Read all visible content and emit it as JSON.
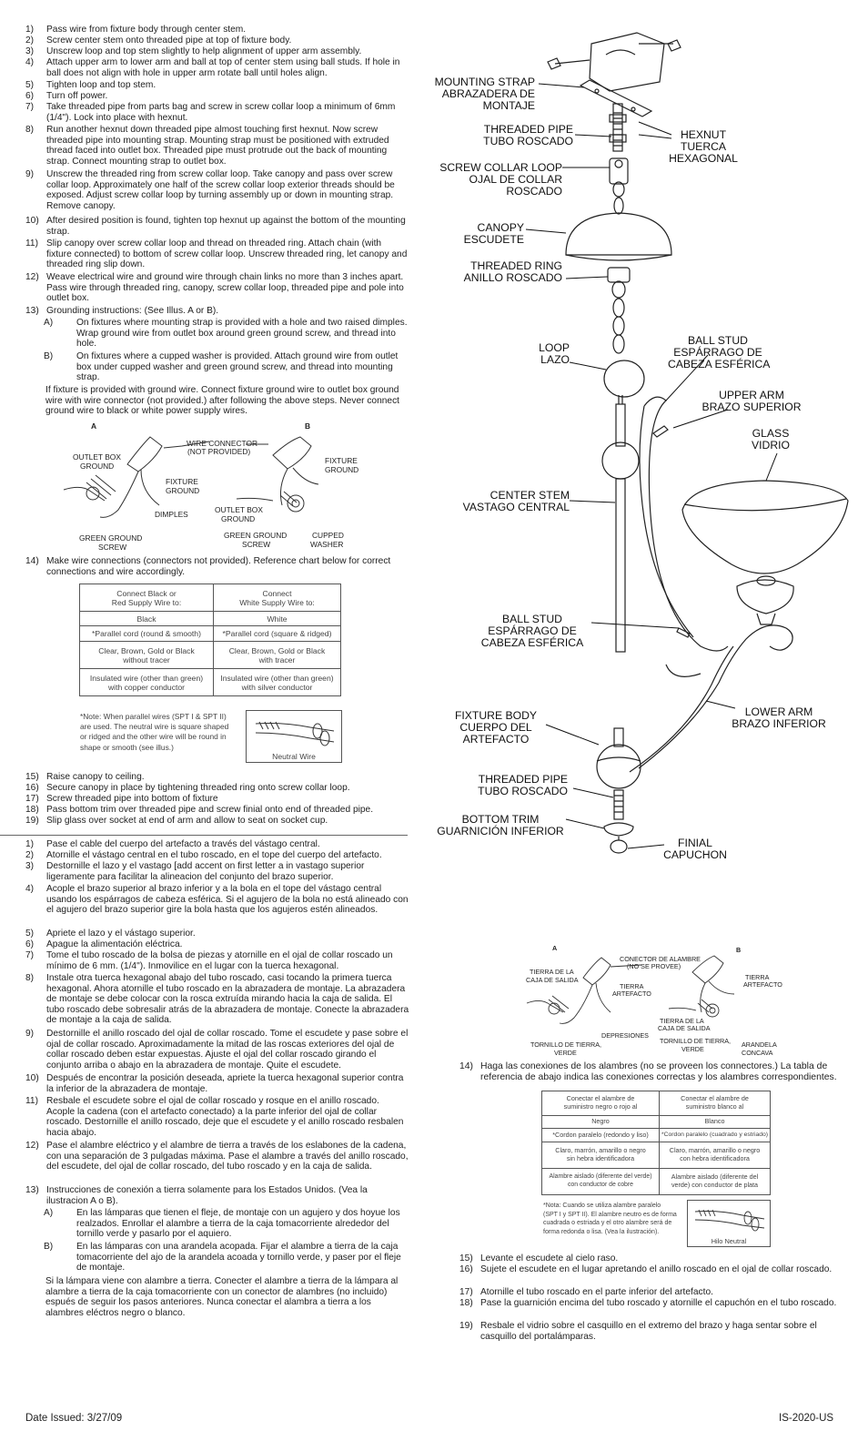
{
  "en": {
    "steps": [
      {
        "n": "1)",
        "t": "Pass wire from fixture body through center stem."
      },
      {
        "n": "2)",
        "t": "Screw center stem onto threaded pipe at top of fixture body."
      },
      {
        "n": "3)",
        "t": "Unscrew loop and top stem slightly to help alignment of upper arm assembly."
      },
      {
        "n": "4)",
        "t": "Attach upper arm to lower arm and ball at top of center stem using ball studs. If hole in ball does not align with hole in upper arm rotate ball until holes align."
      },
      {
        "n": "5)",
        "t": "Tighten loop and top stem."
      },
      {
        "n": "6)",
        "t": "Turn off power."
      },
      {
        "n": "7)",
        "t": "Take threaded pipe from parts bag and screw in screw collar loop a minimum of 6mm (1/4\"). Lock into place with hexnut."
      },
      {
        "n": "8)",
        "t": "Run another hexnut down threaded pipe almost touching first hexnut. Now screw threaded pipe into mounting strap. Mounting strap must be positioned with extruded thread faced into outlet box. Threaded pipe must protrude out the back of mounting strap. Connect mounting strap to outlet box."
      },
      {
        "n": "9)",
        "t": "Unscrew the threaded ring from screw collar loop. Take canopy and pass over screw collar loop. Approximately one half of the screw collar loop exterior threads should be exposed. Adjust screw collar loop by turning assembly up or down in mounting strap. Remove canopy."
      },
      {
        "n": "10)",
        "t": "After desired position is found, tighten top hexnut up against the bottom of the mounting strap."
      },
      {
        "n": "11)",
        "t": "Slip canopy over screw collar loop and thread on threaded ring. Attach chain (with fixture connected) to bottom of screw collar loop. Unscrew threaded ring, let canopy and threaded ring slip down."
      },
      {
        "n": "12)",
        "t": "Weave electrical wire and ground wire through chain links no more than 3 inches apart. Pass wire through threaded ring, canopy, screw collar loop, threaded pipe and pole into outlet box."
      },
      {
        "n": "13)",
        "t": "Grounding instructions: (See Illus. A or B)."
      }
    ],
    "sub_a": {
      "n": "A)",
      "t": "On fixtures where mounting strap is provided with a hole and two raised dimples. Wrap ground wire from outlet box around green ground screw, and thread into hole."
    },
    "sub_b": {
      "n": "B)",
      "t": "On fixtures where a cupped washer is provided. Attach ground wire from outlet box under cupped washer and green ground screw, and thread into mounting strap."
    },
    "ground_note": "If fixture is provided with ground wire. Connect fixture ground wire to outlet box ground wire with wire connector (not provided.) after following the above steps. Never connect ground wire to black or white power supply wires.",
    "illus": {
      "a": "A",
      "b": "B",
      "wire_connector": "WIRE CONNECTOR",
      "not_provided": "(NOT PROVIDED)",
      "outlet_box_ground_1": "OUTLET BOX",
      "outlet_box_ground_2": "GROUND",
      "fixture_ground_1": "FIXTURE",
      "fixture_ground_2": "GROUND",
      "dimples": "DIMPLES",
      "green_ground_screw_1": "GREEN GROUND",
      "green_ground_screw_2": "SCREW",
      "cupped_washer_1": "CUPPED",
      "cupped_washer_2": "WASHER"
    },
    "step14": {
      "n": "14)",
      "t": "Make wire connections (connectors not provided). Reference chart below for  correct connections and wire accordingly."
    },
    "table": {
      "h1": "Connect Black or",
      "h1b": "Red Supply Wire to:",
      "h2": "Connect",
      "h2b": "White Supply Wire to:",
      "r1a": "Black",
      "r1b": "White",
      "r2a": "*Parallel cord (round & smooth)",
      "r2b": "*Parallel cord (square & ridged)",
      "r3a": "Clear, Brown, Gold or Black",
      "r3a2": "without tracer",
      "r3b": "Clear, Brown, Gold or Black",
      "r3b2": "with tracer",
      "r4a": "Insulated wire (other than green)",
      "r4a2": "with copper conductor",
      "r4b": "Insulated wire (other than green)",
      "r4b2": "with silver conductor"
    },
    "note": [
      "*Note: When parallel wires (SPT I & SPT II)",
      "are used. The neutral wire is square shaped",
      "or ridged and the other wire will be round in",
      "shape or smooth (see illus.)"
    ],
    "neutral_wire": "Neutral Wire",
    "final_steps": [
      {
        "n": "15)",
        "t": "Raise canopy to ceiling."
      },
      {
        "n": "16)",
        "t": "Secure canopy in place by tightening threaded ring onto screw collar loop."
      },
      {
        "n": "17)",
        "t": "Screw threaded pipe into bottom of fixture"
      },
      {
        "n": "18)",
        "t": "Pass bottom trim over threaded pipe and screw finial onto end of threaded pipe."
      },
      {
        "n": "19)",
        "t": "Slip glass over socket at end of arm and allow to seat on socket cup."
      }
    ]
  },
  "es": {
    "steps": [
      {
        "n": "1)",
        "t": "Pase el cable del cuerpo del artefacto a través del vástago central."
      },
      {
        "n": "2)",
        "t": "Atornille el vástago central en el tubo roscado, en el tope del cuerpo del artefacto."
      },
      {
        "n": "3)",
        "t": "Destornille el lazo y el vastago [add accent on first letter a in vastago superior ligeramente para facilitar la alineacion del conjunto del brazo superior."
      },
      {
        "n": "4)",
        "t": "Acople el brazo superior al brazo inferior y a la bola en el tope del vástago central usando los espárragos de cabeza esférica. Si el agujero de la bola no está alineado con el agujero del brazo superior gire la bola hasta que los agujeros estén alineados."
      },
      {
        "n": "5)",
        "t": "Apriete el lazo y el vástago superior."
      },
      {
        "n": "6)",
        "t": "Apague la alimentación eléctrica."
      },
      {
        "n": "7)",
        "t": "Tome el tubo roscado de la bolsa de piezas y atornille en el ojal de collar roscado un mínimo de 6 mm. (1/4\"). Inmovilice en el lugar con la tuerca hexagonal."
      },
      {
        "n": "8)",
        "t": "Instale otra tuerca hexagonal abajo del tubo roscado, casi tocando la primera tuerca hexagonal. Ahora atornille el tubo roscado en la abrazadera de montaje. La abrazadera de montaje se debe colocar con la rosca extruída mirando hacia la caja de salida. El tubo roscado debe sobresalir atrás de la abrazadera de montaje. Conecte la abrazadera de montaje a la caja de salida."
      },
      {
        "n": "9)",
        "t": "Destornille el anillo roscado del ojal de collar roscado. Tome el escudete y pase sobre el ojal de collar roscado. Aproximadamente la mitad de las roscas exteriores del ojal de collar roscado deben estar expuestas. Ajuste el ojal del collar roscado girando el conjunto arriba o abajo en la abrazadera de montaje. Quite el escudete."
      },
      {
        "n": "10)",
        "t": "Después de encontrar la posición deseada, apriete la tuerca hexagonal superior contra la inferior de la abrazadera de montaje."
      },
      {
        "n": "11)",
        "t": "Resbale el escudete sobre el ojal de collar roscado y rosque en el anillo roscado. Acople la cadena (con el artefacto conectado) a la parte inferior del ojal de collar roscado. Destornille el anillo roscado, deje que el escudete y el anillo roscado resbalen hacia abajo."
      },
      {
        "n": "12)",
        "t": "Pase el alambre eléctrico y el alambre de tierra a través de los eslabones de la cadena, con una separación de 3 pulgadas máxima. Pase el alambre a través del anillo roscado, del escudete, del ojal de collar roscado, del tubo roscado y en la caja de salida."
      },
      {
        "n": "13)",
        "t": "Instrucciones de conexión a tierra solamente para los Estados Unidos. (Vea la ilustracion A o B)."
      }
    ],
    "sub_a": {
      "n": "A)",
      "t": "En las lámparas que tienen el fleje, de montaje con un agujero y dos hoyue los realzados. Enrollar el alambre a tierra de la caja tomacorriente alrededor del tornillo verde y pasarlo por el aquiero."
    },
    "sub_b": {
      "n": "B)",
      "t": "En las lámparas con una arandela acopada. Fijar el alambre a tierra de la caja tomacorriente del ajo de la arandela acoada y tornillo verde, y paser por el fleje de montaje."
    },
    "ground_note": "Si la lámpara viene con alambre a tierra. Conecter el alambre a tierra de la lámpara al alambre a tierra de la caja tomacorriente con un conector de alambres (no incluido) espués de seguir los pasos anteriores. Nunca conectar el alambra a tierra a los alambres eléctros negro o blanco."
  },
  "es_right": {
    "illus": {
      "a": "A",
      "b": "B",
      "conector_1": "CONECTOR DE ALAMBRE",
      "conector_2": "(NO SE PROVEE)",
      "tierra_caja_1": "TIERRA DE LA",
      "tierra_caja_2": "CAJA DE SALIDA",
      "tierra_art_1": "TIERRA",
      "tierra_art_2": "ARTEFACTO",
      "depresiones": "DEPRESIONES",
      "tornillo_1": "TORNILLO DE TIERRA,",
      "tornillo_2": "VERDE",
      "arandela_1": "ARANDELA",
      "arandela_2": "CONCAVA"
    },
    "step14": {
      "n": "14)",
      "t": "Haga las conexiones de los alambres (no se proveen los connectores.) La tabla de referencia de abajo indica las conexiones correctas y los alambres correspondientes."
    },
    "table": {
      "h1": "Conectar el alambre de",
      "h1b": "suministro negro o rojo al",
      "h2": "Conectar el alambre de",
      "h2b": "suministro blanco al",
      "r1a": "Negro",
      "r1b": "Blanco",
      "r2a": "*Cordon paralelo (redondo y liso)",
      "r2b": "*Cordon paralelo (cuadrado y estriado)",
      "r3a": "Claro, marrón, amarillo o negro",
      "r3a2": "sin hebra identificadora",
      "r3b": "Claro, marrón, amarillo o negro",
      "r3b2": "con hebra identificadora",
      "r4a": "Alambre aislado (diferente del verde)",
      "r4a2": "con conductor de cobre",
      "r4b": "Alambre aislado (diferente del",
      "r4b2": "verde) con conductor de plata"
    },
    "note": [
      "*Nota: Cuando se utiliza alambre paralelo",
      "(SPT I y SPT II). El alambre neutro es de forma",
      "cuadrada o estriada y el otro alambre será de",
      "forma redonda o lisa. (Vea la ilustración)."
    ],
    "neutral_wire": "Hilo Neutral",
    "final_steps": [
      {
        "n": "15)",
        "t": "Levante el escudete al cielo raso."
      },
      {
        "n": "16)",
        "t": "Sujete el escudete en el lugar apretando el anillo roscado en el ojal de collar roscado."
      },
      {
        "n": "17)",
        "t": "Atornille el tubo roscado en el parte inferior del artefacto."
      },
      {
        "n": "18)",
        "t": "Pase la guarnición encima del tubo roscado y atornille el capuchón en el tubo roscado."
      },
      {
        "n": "19)",
        "t": "Resbale el vidrio sobre el casquillo en el extremo del brazo y haga sentar sobre el casquillo del portalámparas."
      }
    ]
  },
  "diagram": {
    "mounting_strap": [
      "MOUNTING STRAP",
      "ABRAZADERA DE",
      "MONTAJE"
    ],
    "threaded_pipe_top": [
      "THREADED PIPE",
      "TUBO ROSCADO"
    ],
    "hexnut": [
      "HEXNUT",
      "TUERCA",
      "HEXAGONAL"
    ],
    "screw_collar_loop": [
      "SCREW COLLAR LOOP",
      "OJAL DE COLLAR",
      "ROSCADO"
    ],
    "canopy": [
      "CANOPY",
      "ESCUDETE"
    ],
    "threaded_ring": [
      "THREADED RING",
      "ANILLO ROSCADO"
    ],
    "loop": [
      "LOOP",
      "LAZO"
    ],
    "ball_stud_top": [
      "BALL STUD",
      "ESPÁRRAGO DE",
      "CABEZA ESFÉRICA"
    ],
    "upper_arm": [
      "UPPER ARM",
      "BRAZO SUPERIOR"
    ],
    "glass": [
      "GLASS",
      "VIDRIO"
    ],
    "center_stem": [
      "CENTER STEM",
      "VASTAGO CENTRAL"
    ],
    "ball_stud_mid": [
      "BALL STUD",
      "ESPÁRRAGO DE",
      "CABEZA ESFÉRICA"
    ],
    "lower_arm": [
      "LOWER ARM",
      "BRAZO INFERIOR"
    ],
    "fixture_body": [
      "FIXTURE BODY",
      "CUERPO DEL",
      "ARTEFACTO"
    ],
    "threaded_pipe_bottom": [
      "THREADED PIPE",
      "TUBO ROSCADO"
    ],
    "bottom_trim": [
      "BOTTOM TRIM",
      "GUARNICIÓN INFERIOR"
    ],
    "finial": [
      "FINIAL",
      "CAPUCHON"
    ]
  },
  "footer": {
    "date": "Date Issued: 3/27/09",
    "code": "IS-2020-US"
  }
}
